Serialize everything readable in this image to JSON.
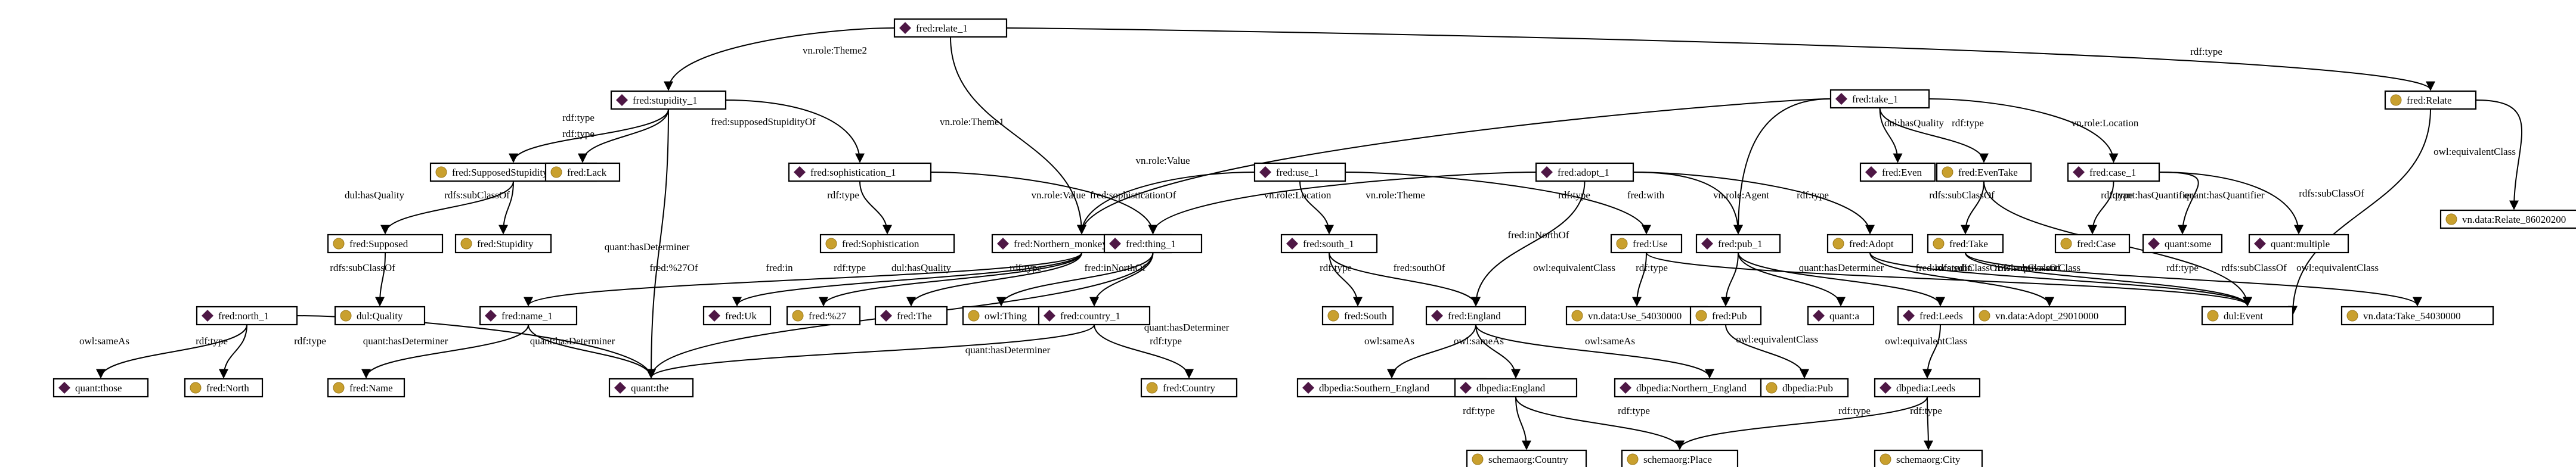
{
  "colors": {
    "individual_icon": "#4e1745",
    "class_icon": "#c9a02e",
    "stroke": "#000000",
    "background": "#ffffff"
  },
  "icons": {
    "individual": "diamond-icon",
    "class": "circle-icon"
  },
  "nodes": [
    {
      "id": "relate_1",
      "label": "fred:relate_1",
      "kind": "individual"
    },
    {
      "id": "stupidity_1",
      "label": "fred:stupidity_1",
      "kind": "individual"
    },
    {
      "id": "take_1",
      "label": "fred:take_1",
      "kind": "individual"
    },
    {
      "id": "Relate",
      "label": "fred:Relate",
      "kind": "class"
    },
    {
      "id": "SupposedStupidity",
      "label": "fred:SupposedStupidity",
      "kind": "class"
    },
    {
      "id": "Lack",
      "label": "fred:Lack",
      "kind": "class"
    },
    {
      "id": "sophistication_1",
      "label": "fred:sophistication_1",
      "kind": "individual"
    },
    {
      "id": "use_1",
      "label": "fred:use_1",
      "kind": "individual"
    },
    {
      "id": "adopt_1",
      "label": "fred:adopt_1",
      "kind": "individual"
    },
    {
      "id": "Even",
      "label": "fred:Even",
      "kind": "individual"
    },
    {
      "id": "EvenTake",
      "label": "fred:EvenTake",
      "kind": "class"
    },
    {
      "id": "case_1",
      "label": "fred:case_1",
      "kind": "individual"
    },
    {
      "id": "vn_Relate",
      "label": "vn.data:Relate_86020200",
      "kind": "class"
    },
    {
      "id": "Supposed",
      "label": "fred:Supposed",
      "kind": "class"
    },
    {
      "id": "Stupidity",
      "label": "fred:Stupidity",
      "kind": "class"
    },
    {
      "id": "Sophistication",
      "label": "fred:Sophistication",
      "kind": "class"
    },
    {
      "id": "Northern_monkey",
      "label": "fred:Northern_monkey",
      "kind": "individual"
    },
    {
      "id": "thing_1",
      "label": "fred:thing_1",
      "kind": "individual"
    },
    {
      "id": "south_1",
      "label": "fred:south_1",
      "kind": "individual"
    },
    {
      "id": "Use",
      "label": "fred:Use",
      "kind": "class"
    },
    {
      "id": "pub_1",
      "label": "fred:pub_1",
      "kind": "individual"
    },
    {
      "id": "Adopt",
      "label": "fred:Adopt",
      "kind": "class"
    },
    {
      "id": "Take",
      "label": "fred:Take",
      "kind": "class"
    },
    {
      "id": "Case",
      "label": "fred:Case",
      "kind": "class"
    },
    {
      "id": "some",
      "label": "quant:some",
      "kind": "individual"
    },
    {
      "id": "multiple",
      "label": "quant:multiple",
      "kind": "individual"
    },
    {
      "id": "Quality",
      "label": "dul:Quality",
      "kind": "class"
    },
    {
      "id": "north_1",
      "label": "fred:north_1",
      "kind": "individual"
    },
    {
      "id": "name_1",
      "label": "fred:name_1",
      "kind": "individual"
    },
    {
      "id": "Uk",
      "label": "fred:Uk",
      "kind": "individual"
    },
    {
      "id": "p27",
      "label": "fred:%27",
      "kind": "class"
    },
    {
      "id": "The",
      "label": "fred:The",
      "kind": "individual"
    },
    {
      "id": "Thing",
      "label": "owl:Thing",
      "kind": "class"
    },
    {
      "id": "country_1",
      "label": "fred:country_1",
      "kind": "individual"
    },
    {
      "id": "South",
      "label": "fred:South",
      "kind": "class"
    },
    {
      "id": "England",
      "label": "fred:England",
      "kind": "individual"
    },
    {
      "id": "vn_Use",
      "label": "vn.data:Use_54030000",
      "kind": "class"
    },
    {
      "id": "Pub",
      "label": "fred:Pub",
      "kind": "class"
    },
    {
      "id": "quant_a",
      "label": "quant:a",
      "kind": "individual"
    },
    {
      "id": "Leeds",
      "label": "fred:Leeds",
      "kind": "individual"
    },
    {
      "id": "vn_Adopt",
      "label": "vn.data:Adopt_29010000",
      "kind": "class"
    },
    {
      "id": "Event",
      "label": "dul:Event",
      "kind": "class"
    },
    {
      "id": "vn_Take",
      "label": "vn.data:Take_54030000",
      "kind": "class"
    },
    {
      "id": "those",
      "label": "quant:those",
      "kind": "individual"
    },
    {
      "id": "North",
      "label": "fred:North",
      "kind": "class"
    },
    {
      "id": "Name",
      "label": "fred:Name",
      "kind": "class"
    },
    {
      "id": "the",
      "label": "quant:the",
      "kind": "individual"
    },
    {
      "id": "Country",
      "label": "fred:Country",
      "kind": "class"
    },
    {
      "id": "dbp_Southern",
      "label": "dbpedia:Southern_England",
      "kind": "individual"
    },
    {
      "id": "dbp_England",
      "label": "dbpedia:England",
      "kind": "individual"
    },
    {
      "id": "dbp_Northern",
      "label": "dbpedia:Northern_England",
      "kind": "individual"
    },
    {
      "id": "dbp_Pub",
      "label": "dbpedia:Pub",
      "kind": "class"
    },
    {
      "id": "dbp_Leeds",
      "label": "dbpedia:Leeds",
      "kind": "individual"
    },
    {
      "id": "so_Country",
      "label": "schemaorg:Country",
      "kind": "class"
    },
    {
      "id": "so_Place",
      "label": "schemaorg:Place",
      "kind": "class"
    },
    {
      "id": "so_City",
      "label": "schemaorg:City",
      "kind": "class"
    }
  ],
  "edges": [
    {
      "label": "rdf:type"
    },
    {
      "label": "vn.role:Theme2"
    },
    {
      "label": "vn.role:Theme1"
    },
    {
      "label": "owl:equivalentClass"
    },
    {
      "label": "rdfs:subClassOf"
    },
    {
      "label": "rdf:type"
    },
    {
      "label": "rdf:type"
    },
    {
      "label": "fred:supposedStupidityOf"
    },
    {
      "label": "quant:hasDeterminer"
    },
    {
      "label": "dul:hasQuality"
    },
    {
      "label": "rdfs:subClassOf"
    },
    {
      "label": "rdfs:subClassOf"
    },
    {
      "label": "rdf:type"
    },
    {
      "label": "fred:sophisticationOf"
    },
    {
      "label": "dul:hasQuality"
    },
    {
      "label": "rdf:type"
    },
    {
      "label": "vn.role:Location"
    },
    {
      "label": "vn.role:Agent"
    },
    {
      "label": "vn.role:Value"
    },
    {
      "label": "rdfs:subClassOf"
    },
    {
      "label": "rdf:type"
    },
    {
      "label": "quant:hasQuantifier"
    },
    {
      "label": "quant:hasQuantifier"
    },
    {
      "label": "rdf:type"
    },
    {
      "label": "vn.role:Value"
    },
    {
      "label": "vn.role:Location"
    },
    {
      "label": "rdf:type"
    },
    {
      "label": "vn.role:Theme"
    },
    {
      "label": "fred:inNorthOf"
    },
    {
      "label": "fred:with"
    },
    {
      "label": "rdf:type"
    },
    {
      "label": "fred:%27Of"
    },
    {
      "label": "fred:in"
    },
    {
      "label": "rdf:type"
    },
    {
      "label": "dul:hasQuality"
    },
    {
      "label": "rdf:type"
    },
    {
      "label": "fred:inNorthOf"
    },
    {
      "label": "rdf:type"
    },
    {
      "label": "fred:southOf"
    },
    {
      "label": "quant:hasDeterminer"
    },
    {
      "label": "owl:equivalentClass"
    },
    {
      "label": "rdfs:subClassOf"
    },
    {
      "label": "rdf:type"
    },
    {
      "label": "quant:hasDeterminer"
    },
    {
      "label": "fred:locatedIn"
    },
    {
      "label": "owl:equivalentClass"
    },
    {
      "label": "rdfs:subClassOf"
    },
    {
      "label": "owl:equivalentClass"
    },
    {
      "label": "rdfs:subClassOf"
    },
    {
      "label": "owl:equivalentClass"
    },
    {
      "label": "quant:hasDeterminer"
    },
    {
      "label": "rdf:type"
    },
    {
      "label": "rdf:type"
    },
    {
      "label": "quant:hasDeterminer"
    },
    {
      "label": "quant:hasDeterminer"
    },
    {
      "label": "rdf:type"
    },
    {
      "label": "owl:sameAs"
    },
    {
      "label": "owl:sameAs"
    },
    {
      "label": "owl:sameAs"
    },
    {
      "label": "owl:equivalentClass"
    },
    {
      "label": "owl:sameAs"
    },
    {
      "label": "rdf:type"
    },
    {
      "label": "rdf:type"
    },
    {
      "label": "rdf:type"
    },
    {
      "label": "rdf:type"
    }
  ]
}
